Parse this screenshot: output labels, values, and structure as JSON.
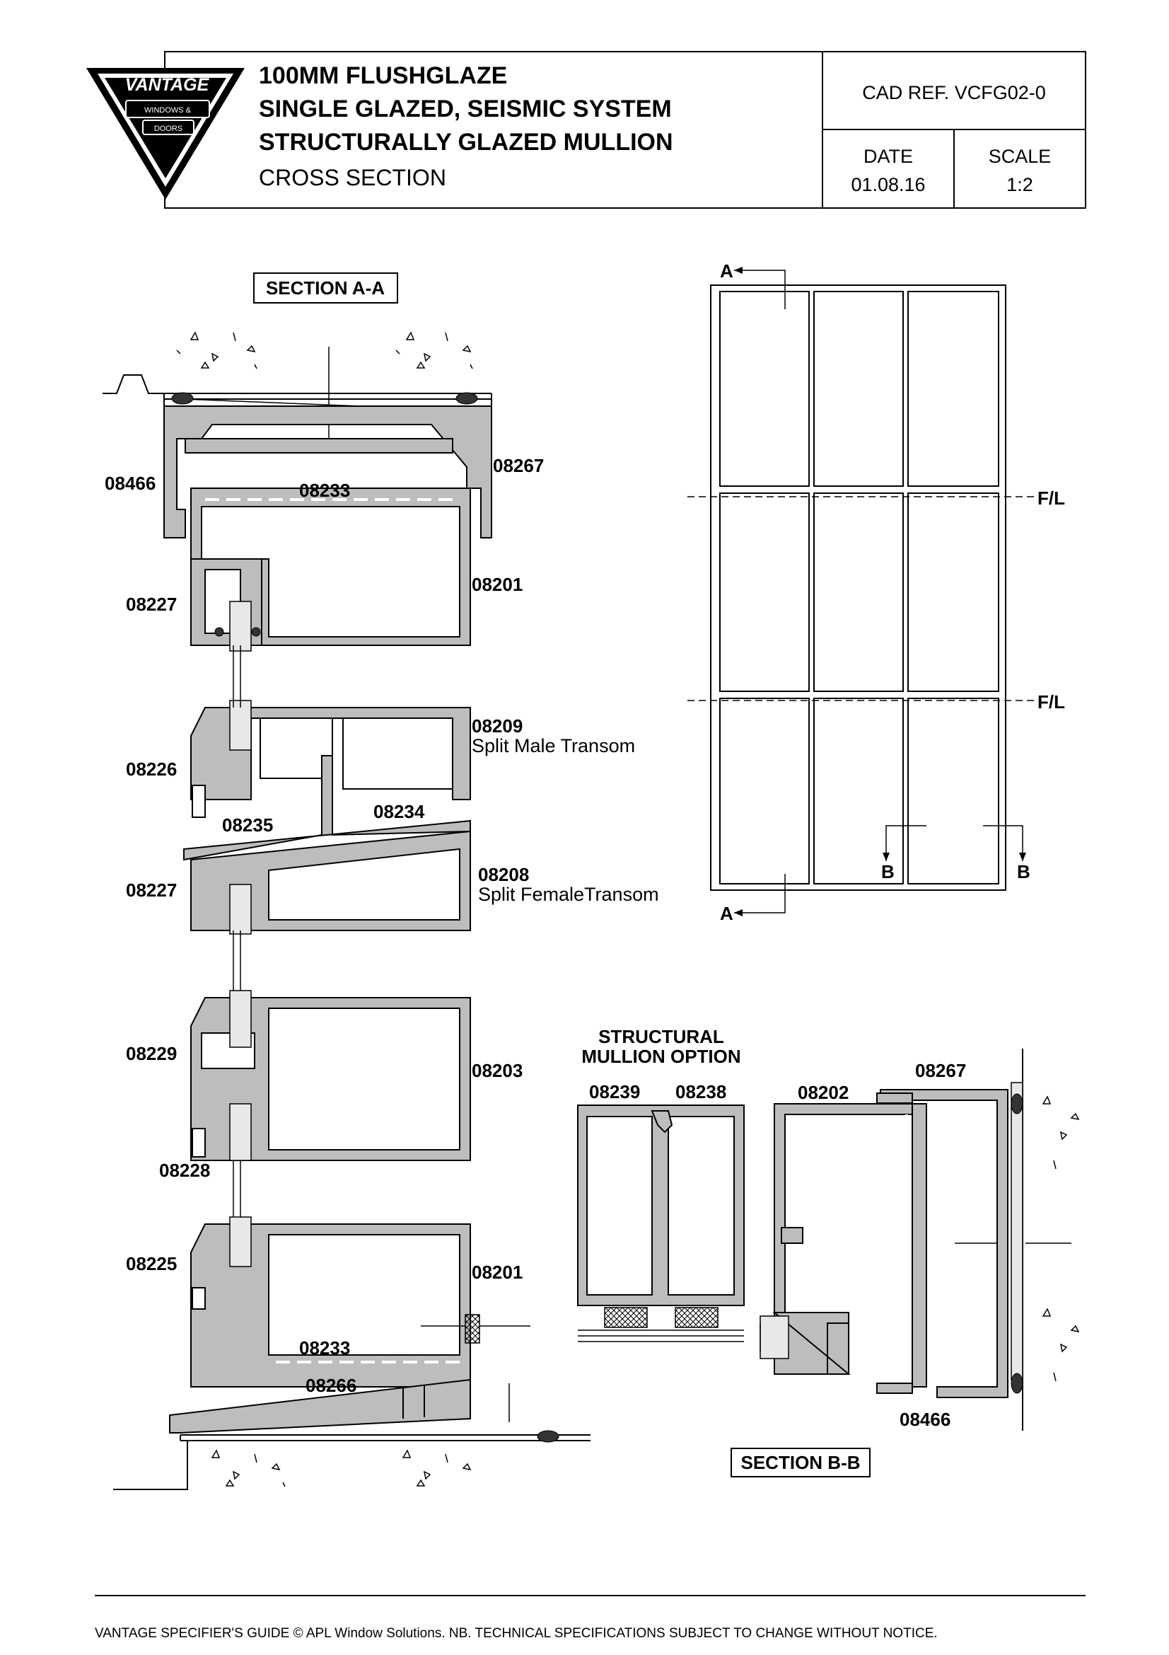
{
  "logo": {
    "brand": "VANTAGE",
    "sub1": "WINDOWS &",
    "sub2": "DOORS"
  },
  "title": {
    "line1": "100MM FLUSHGLAZE",
    "line2": "SINGLE GLAZED, SEISMIC SYSTEM",
    "line3": "STRUCTURALLY GLAZED MULLION",
    "subtitle": "CROSS SECTION"
  },
  "info": {
    "cad_ref": "CAD REF.  VCFG02-0",
    "date_label": "DATE",
    "date_value": "01.08.16",
    "scale_label": "SCALE",
    "scale_value": "1:2"
  },
  "section_aa": {
    "title": "SECTION A-A",
    "labels": {
      "p08466": "08466",
      "p08267": "08267",
      "p08233a": "08233",
      "p08227a": "08227",
      "p08201a": "08201",
      "p08209": "08209",
      "p08209_desc": "Split Male Transom",
      "p08226": "08226",
      "p08235": "08235",
      "p08234": "08234",
      "p08227b": "08227",
      "p08208": "08208",
      "p08208_desc": "Split FemaleTransom",
      "p08229": "08229",
      "p08203": "08203",
      "p08228": "08228",
      "p08225": "08225",
      "p08201b": "08201",
      "p08233b": "08233",
      "p08266": "08266"
    }
  },
  "elevation": {
    "section_mark_a": "A",
    "section_mark_b": "B",
    "floor_level": "F/L"
  },
  "structural": {
    "title1": "STRUCTURAL",
    "title2": "MULLION OPTION",
    "p08239": "08239",
    "p08238": "08238"
  },
  "section_bb": {
    "title": "SECTION B-B",
    "p08202": "08202",
    "p08267": "08267",
    "p08466": "08466"
  },
  "footer": {
    "text": "VANTAGE SPECIFIER'S GUIDE  © APL Window Solutions. NB. TECHNICAL SPECIFICATIONS SUBJECT TO CHANGE WITHOUT NOTICE."
  }
}
